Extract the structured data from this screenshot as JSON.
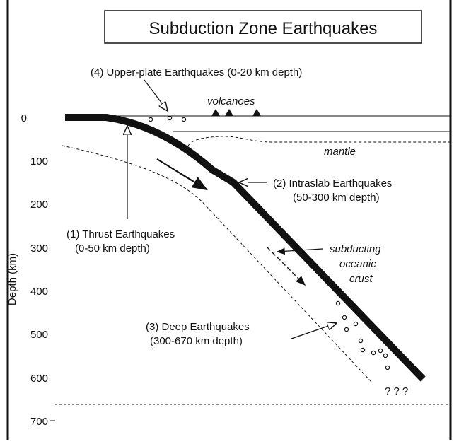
{
  "title": "Subduction Zone Earthquakes",
  "axis": {
    "label": "Depth (km)",
    "ticks": [
      "0",
      "100",
      "200",
      "300",
      "400",
      "500",
      "600",
      "700"
    ]
  },
  "labels": {
    "volcanoes": "volcanoes",
    "mantle": "mantle",
    "crust_line1": "subducting",
    "crust_line2": "oceanic",
    "crust_line3": "crust",
    "upper_plate": "(4) Upper-plate Earthquakes (0-20 km depth)",
    "thrust_line1": "(1) Thrust Earthquakes",
    "thrust_line2": "(0-50 km depth)",
    "intraslab_line1": "(2) Intraslab Earthquakes",
    "intraslab_line2": "(50-300 km depth)",
    "deep_line1": "(3) Deep Earthquakes",
    "deep_line2": "(300-670 km depth)",
    "question_marks": "? ? ?"
  },
  "icons": {
    "volcano": "volcano-triangle-icon",
    "earthquake": "earthquake-circle-icon"
  },
  "colors": {
    "ink": "#111111",
    "background": "#ffffff"
  }
}
